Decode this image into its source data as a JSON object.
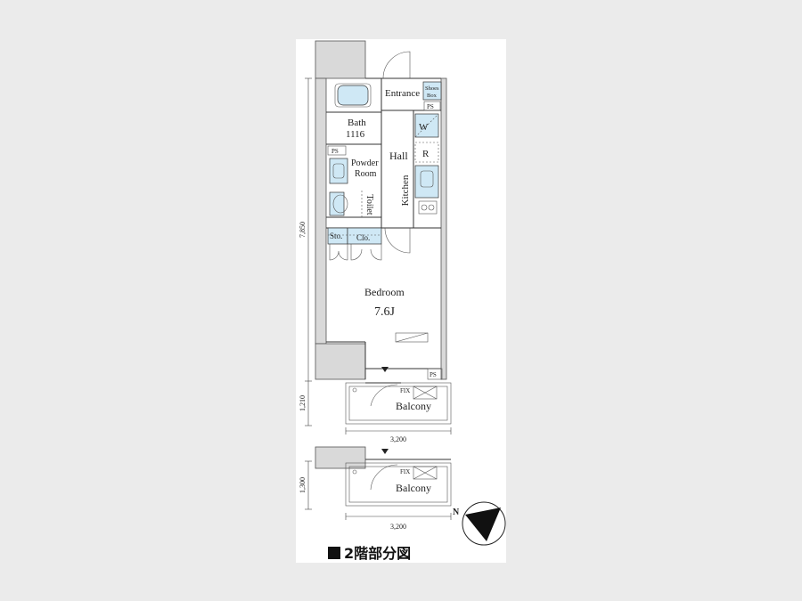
{
  "rooms": {
    "entrance": "Entrance",
    "shoes_box_line1": "Shoes",
    "shoes_box_line2": "Box",
    "ps": "PS",
    "bath": "Bath",
    "bath_size": "1116",
    "powder_room_line1": "Powder",
    "powder_room_line2": "Room",
    "toilet": "Toilet",
    "hall": "Hall",
    "kitchen": "Kitchen",
    "washer": "W",
    "refrigerator": "R",
    "storage": "Sto.",
    "closet": "Clo.",
    "bedroom": "Bedroom",
    "bedroom_size": "7.6J",
    "balcony": "Balcony",
    "fix": "FIX"
  },
  "dimensions": {
    "height_main": "7,850",
    "height_balcony_1": "1,210",
    "height_balcony_2": "1,300",
    "width_1": "3,200",
    "width_2": "3,200"
  },
  "compass": {
    "label": "N"
  },
  "caption": "2階部分図",
  "colors": {
    "fixture_blue": "#cfe8f5",
    "wall_gray": "#d9d9d9"
  }
}
